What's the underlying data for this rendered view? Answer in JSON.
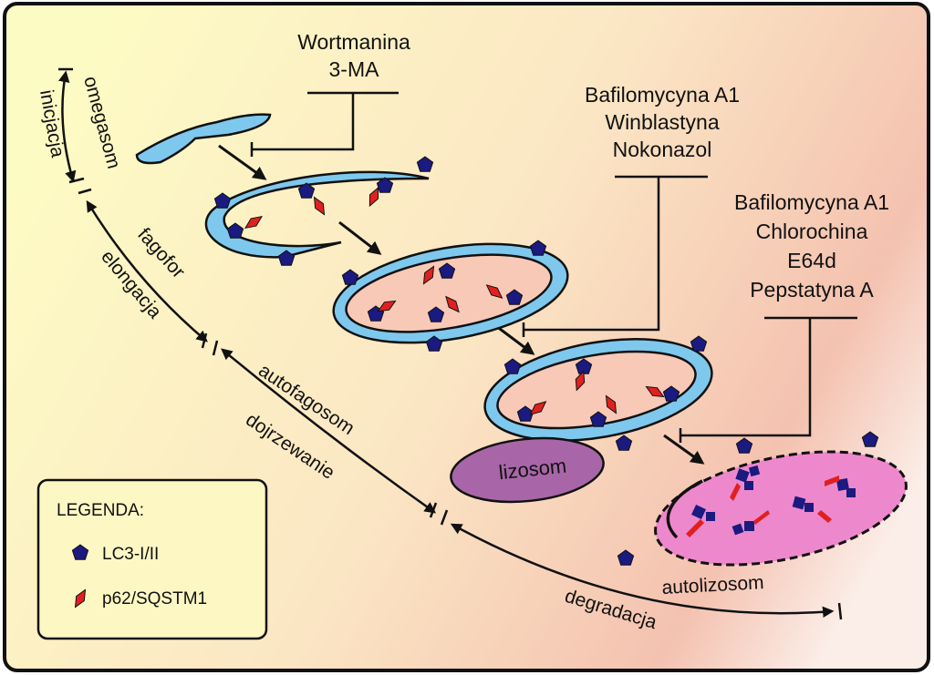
{
  "inhibitors": {
    "group1": [
      "Wortmanina",
      "3-MA"
    ],
    "group2": [
      "Bafilomycyna A1",
      "Winblastyna",
      "Nokonazol"
    ],
    "group3": [
      "Bafilomycyna A1",
      "Chlorochina",
      "E64d",
      "Pepstatyna A"
    ]
  },
  "stages": {
    "omegasom": "omegasom",
    "inicjacja": "inicjacja",
    "fagofor": "fagofor",
    "elongacja": "elongacja",
    "autofagosom": "autofagosom",
    "dojrzewanie": "dojrzewanie",
    "autolizosom": "autolizosom",
    "degradacja": "degradacja"
  },
  "lizosom_label": "lizosom",
  "legend": {
    "title": "LEGENDA:",
    "items": [
      {
        "label": "LC3-I/II",
        "icon": "pentagon-icon",
        "color": "#1a1a80"
      },
      {
        "label": "p62/SQSTM1",
        "icon": "diamond-icon",
        "color": "#e02020"
      }
    ]
  },
  "colors": {
    "membrane": "#7ec8ee",
    "lumen": "#f7c9b6",
    "lysosome": "#a866a8",
    "autolysosome": "#ee88cc",
    "lc3": "#1a1a80",
    "p62": "#e02020"
  }
}
